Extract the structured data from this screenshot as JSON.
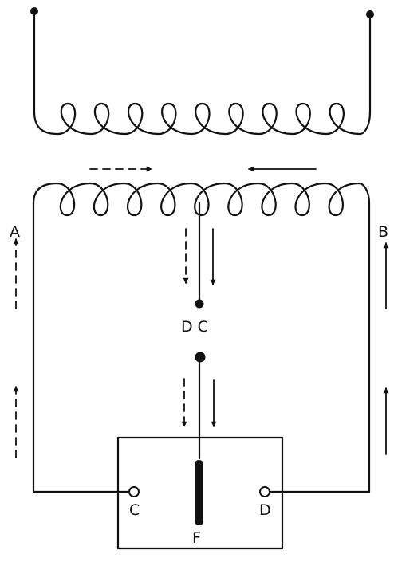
{
  "labels": {
    "a": "A",
    "b": "B",
    "dc": "D C",
    "c": "C",
    "d": "D",
    "f": "F"
  },
  "colors": {
    "ink": "#111111",
    "background": "#ffffff"
  }
}
